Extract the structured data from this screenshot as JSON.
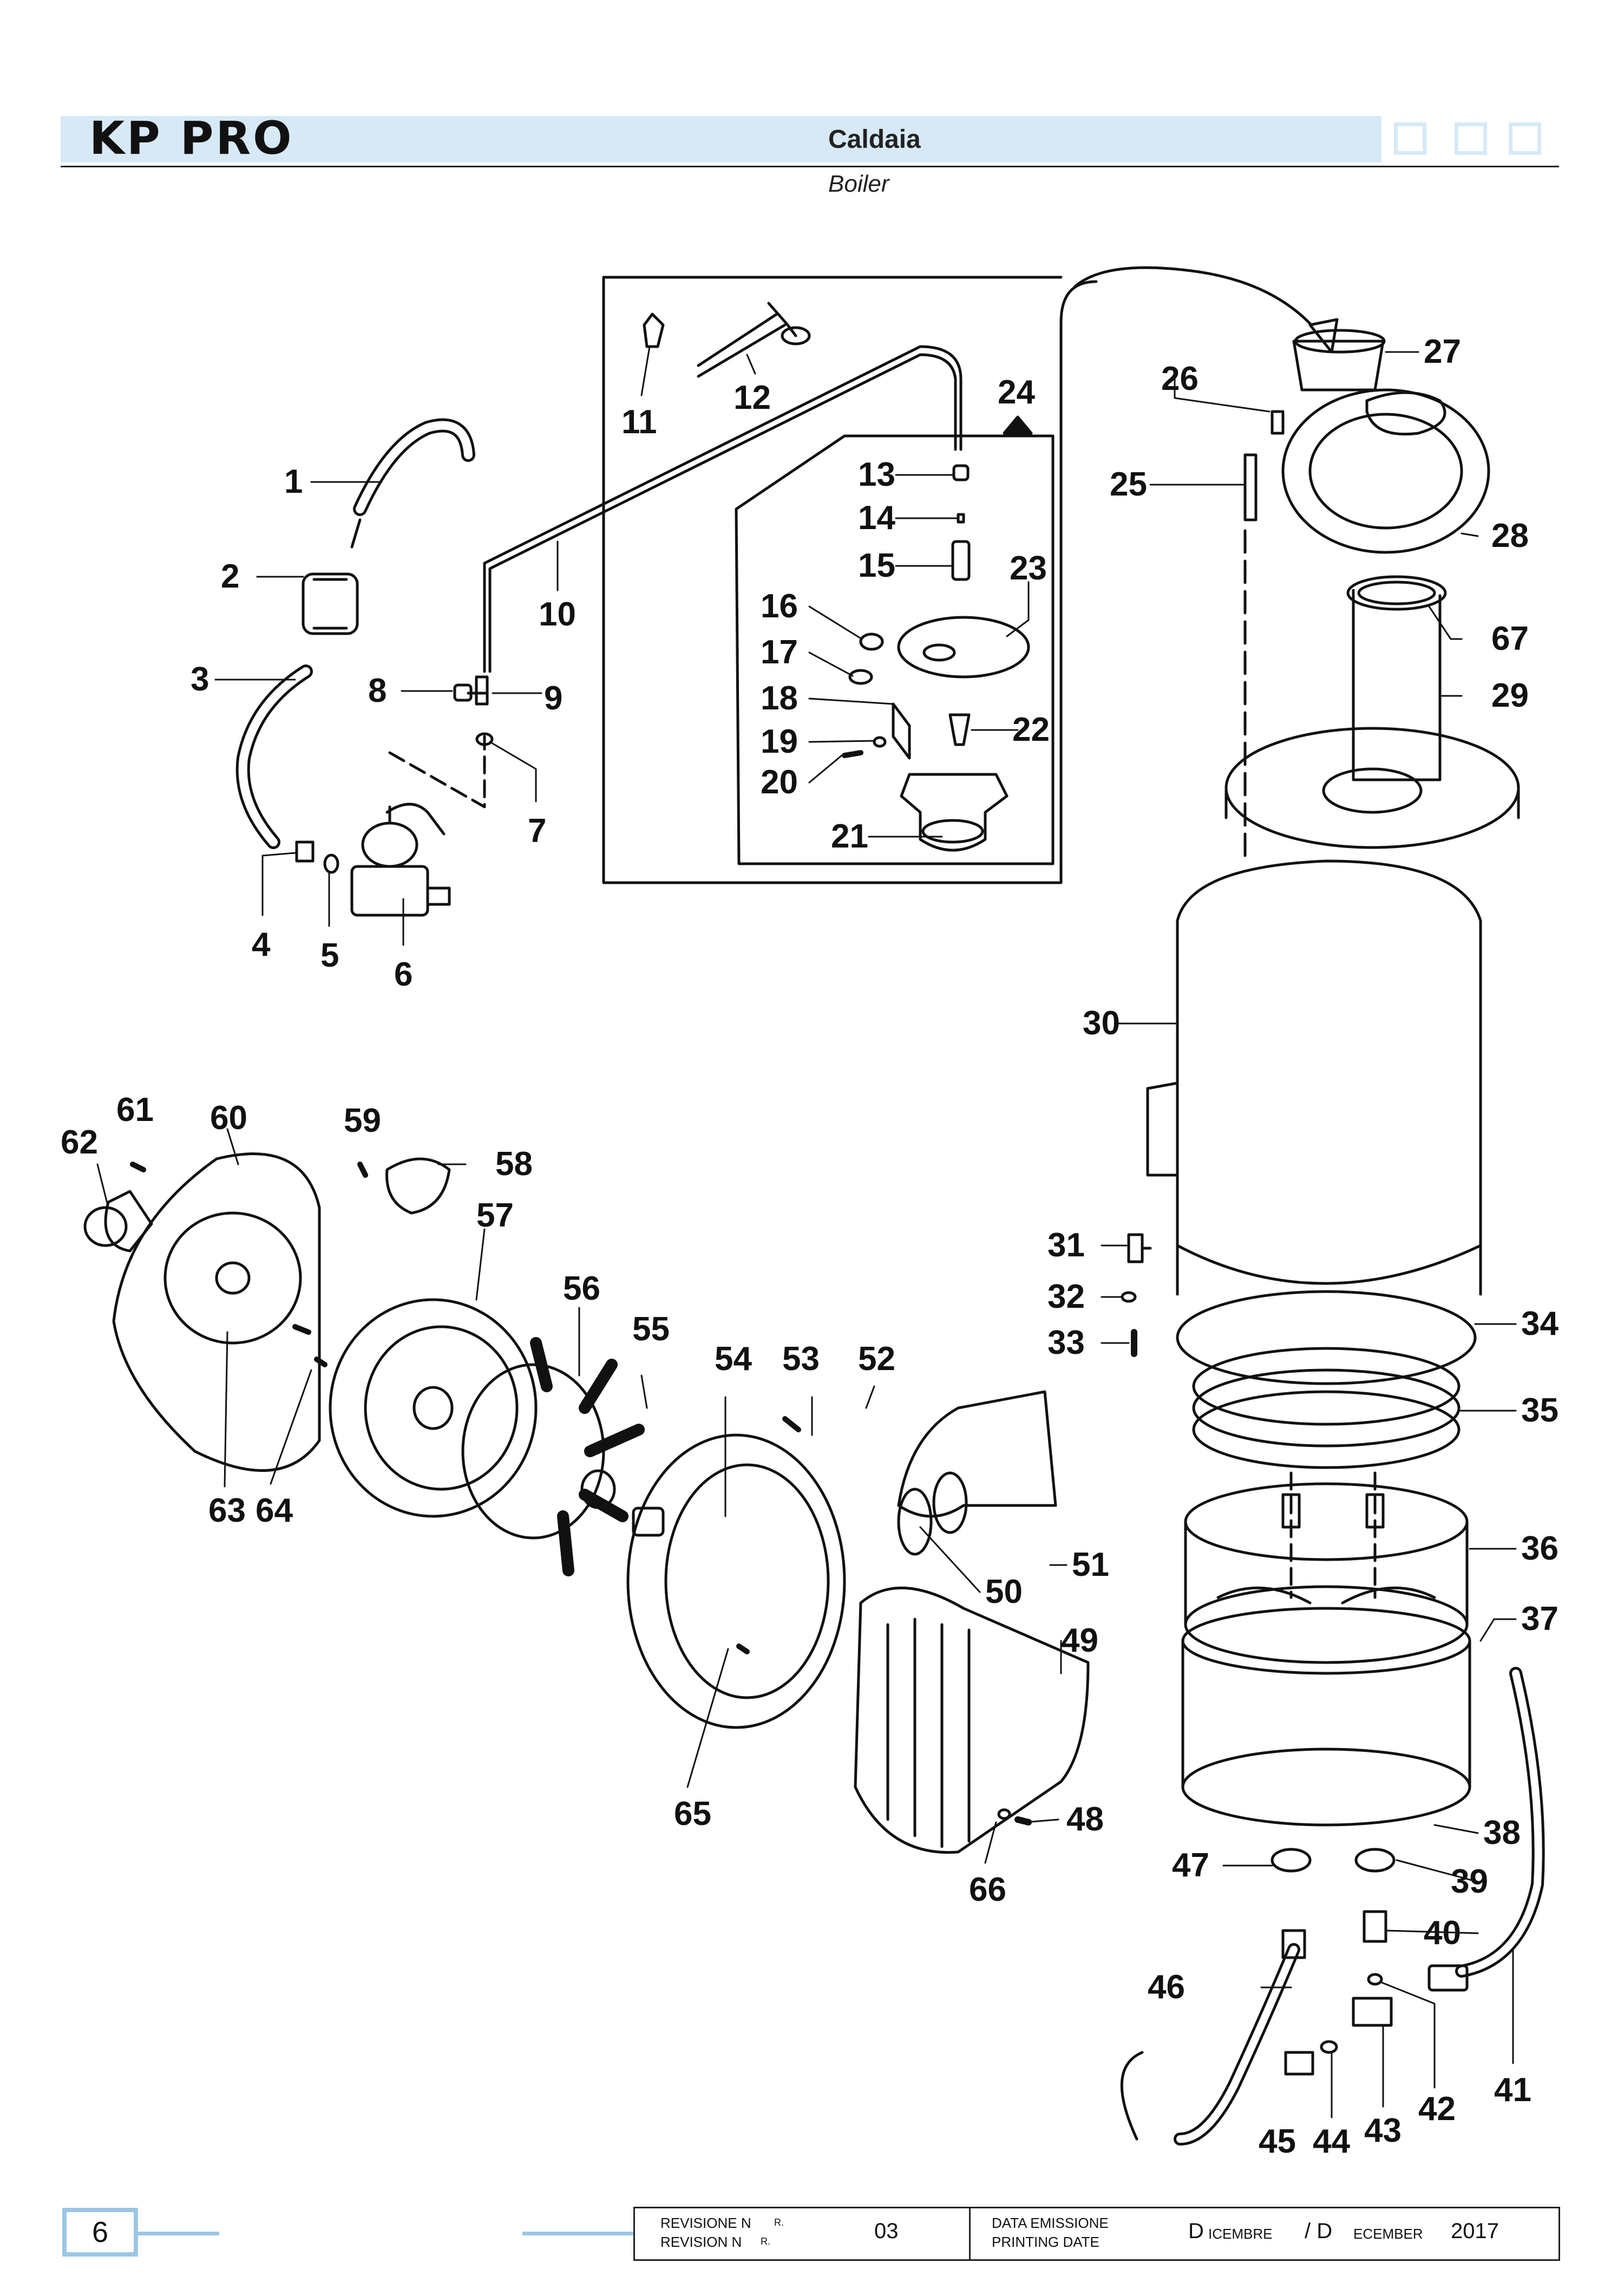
{
  "header": {
    "brand": "KP PRO",
    "title": "Caldaia",
    "subtitle": "Boiler"
  },
  "callouts": [
    "1",
    "2",
    "3",
    "4",
    "5",
    "6",
    "7",
    "8",
    "9",
    "10",
    "11",
    "12",
    "13",
    "14",
    "15",
    "16",
    "17",
    "18",
    "19",
    "20",
    "21",
    "22",
    "23",
    "24",
    "25",
    "26",
    "27",
    "28",
    "29",
    "30",
    "31",
    "32",
    "33",
    "34",
    "35",
    "36",
    "37",
    "38",
    "39",
    "40",
    "41",
    "42",
    "43",
    "44",
    "45",
    "46",
    "47",
    "48",
    "49",
    "50",
    "51",
    "52",
    "53",
    "54",
    "55",
    "56",
    "57",
    "58",
    "59",
    "60",
    "61",
    "62",
    "63",
    "64",
    "65",
    "66",
    "67"
  ],
  "footer": {
    "page_number": "6",
    "revision_label_it": "REVISIONE N",
    "revision_label_it_suffix": "R.",
    "revision_label_en": "REVISION N",
    "revision_label_en_suffix": "R.",
    "revision_value": "03",
    "date_label_it": "DATA EMISSIONE",
    "date_label_en": "PRINTING DATE",
    "date_it_initial": "D",
    "date_it_rest": "ICEMBRE",
    "date_sep": "/ D",
    "date_en_rest": "ECEMBER",
    "year": "2017"
  }
}
